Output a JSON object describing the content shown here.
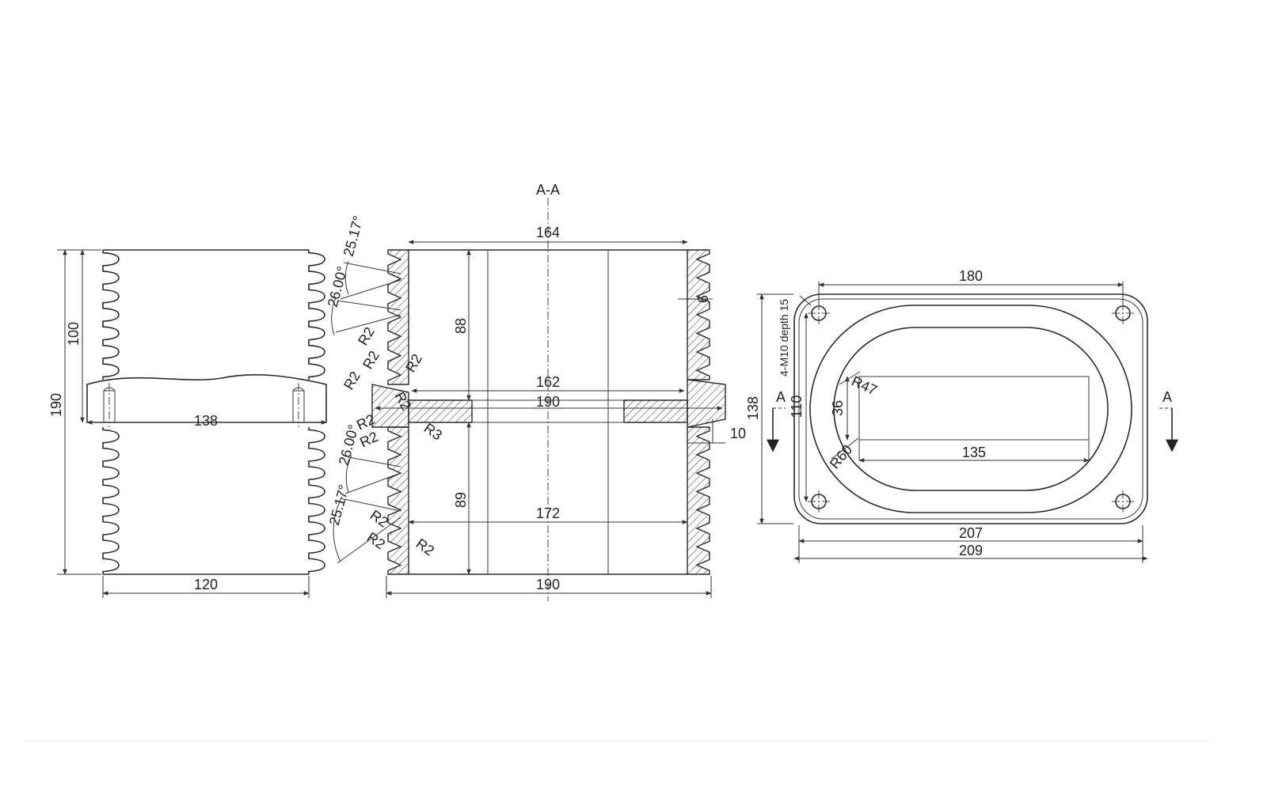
{
  "left_view": {
    "dim_height_total": "190",
    "dim_height_upper": "100",
    "dim_inner_width": "138",
    "dim_bottom_width": "120"
  },
  "section_view": {
    "title": "A-A",
    "dim_top_width": "164",
    "dim_upper_depth": "88",
    "dim_mid_inner": "162",
    "dim_flange_width": "190",
    "dim_lower_depth": "89",
    "dim_lower_inner": "172",
    "dim_bottom_width": "190",
    "dim_rib_depth": "6",
    "dim_flange_thickness": "10",
    "angle_top_1": "26.00°",
    "angle_top_2": "25.17°",
    "angle_bottom_1": "26.00°",
    "angle_bottom_2": "25.17°",
    "radius_labels": [
      "R2",
      "R2",
      "R2",
      "R2",
      "R2",
      "R2",
      "R2",
      "R2",
      "R2",
      "R3"
    ]
  },
  "plan_view": {
    "dim_hole_spacing_x": "180",
    "dim_hole_spacing_y": "110",
    "dim_outer_height": "138",
    "dim_inner_width": "207",
    "dim_outer_width": "209",
    "dim_slot_length": "135",
    "dim_slot_height": "36",
    "radius_inner": "R47",
    "radius_outer": "R60",
    "hole_note": "4-M10 depth 15",
    "section_marker_left": "A",
    "section_marker_right": "A"
  }
}
